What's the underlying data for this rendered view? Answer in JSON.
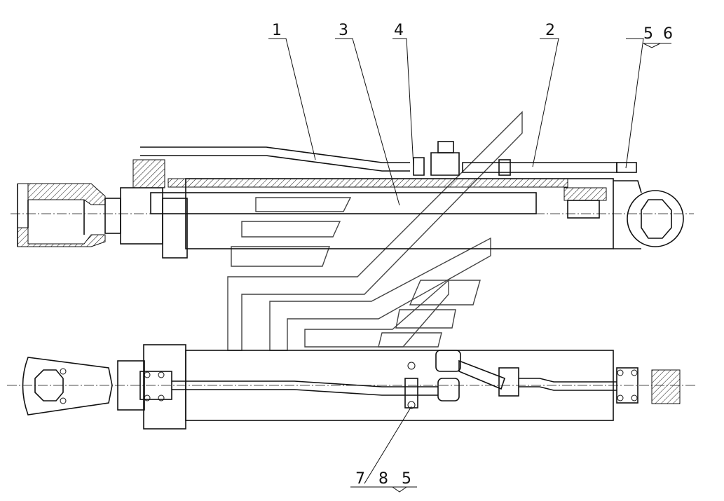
{
  "drawing": {
    "title": "Hydraulic cylinder assembly",
    "top_view_callouts": [
      "1",
      "3",
      "4",
      "2",
      "5",
      "6"
    ],
    "bottom_view_callouts": [
      "7",
      "8",
      "5"
    ]
  }
}
